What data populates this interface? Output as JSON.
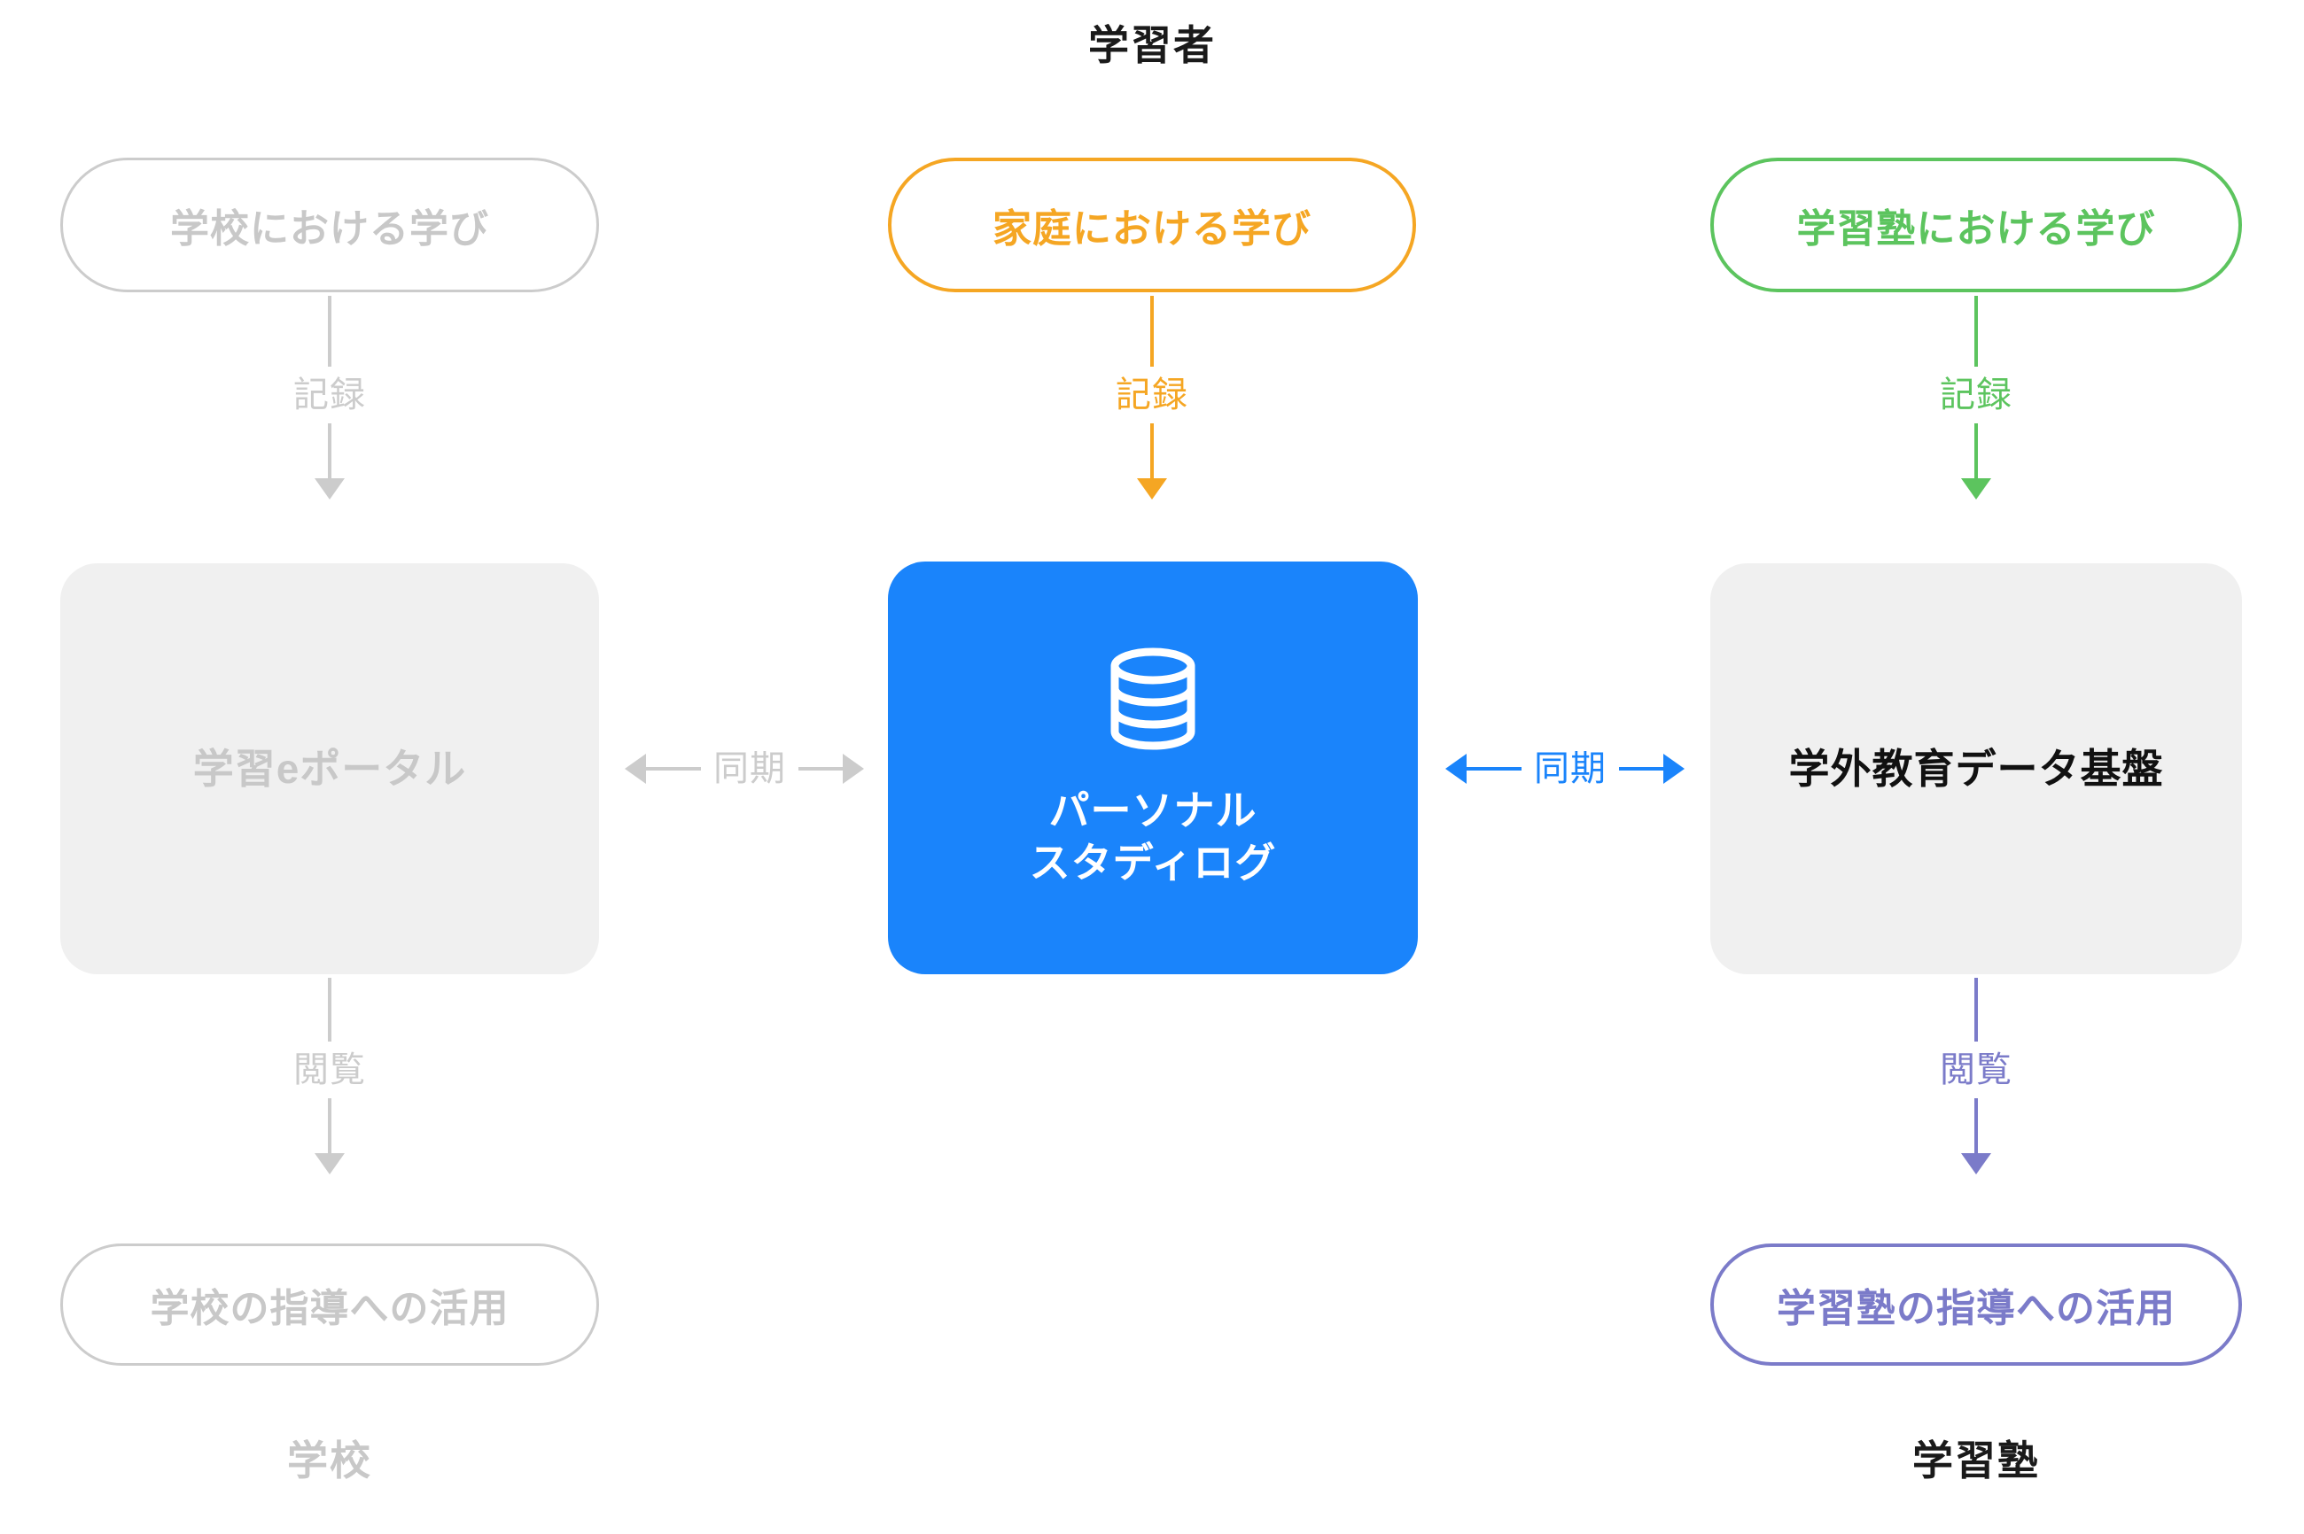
{
  "diagram": {
    "background_color": "#ffffff",
    "palette": {
      "grey_line": "#cccccc",
      "grey_fill": "#f0f0f0",
      "grey_text": "#c8c8c8",
      "orange": "#f5a623",
      "green": "#5cc45e",
      "purple": "#7b7bc9",
      "blue": "#1a84fb",
      "black_text": "#111111"
    },
    "columns": {
      "school": {
        "section_label": "学校",
        "top_pill": "学校における学び",
        "record_arrow_label": "記録",
        "main_box": "学習eポータル",
        "view_arrow_label": "閲覧",
        "bottom_pill": "学校の指導への活用"
      },
      "learner": {
        "section_label": "学習者",
        "top_pill": "家庭における学び",
        "record_arrow_label": "記録",
        "main_box_icon": "database-icon",
        "main_box_line1": "パーソナル",
        "main_box_line2": "スタディログ"
      },
      "juku": {
        "section_label": "学習塾",
        "top_pill": "学習塾における学び",
        "record_arrow_label": "記録",
        "main_box": "学外教育データ基盤",
        "view_arrow_label": "閲覧",
        "bottom_pill": "学習塾の指導への活用"
      }
    },
    "sync_arrows": {
      "left_label": "同期",
      "right_label": "同期"
    }
  }
}
